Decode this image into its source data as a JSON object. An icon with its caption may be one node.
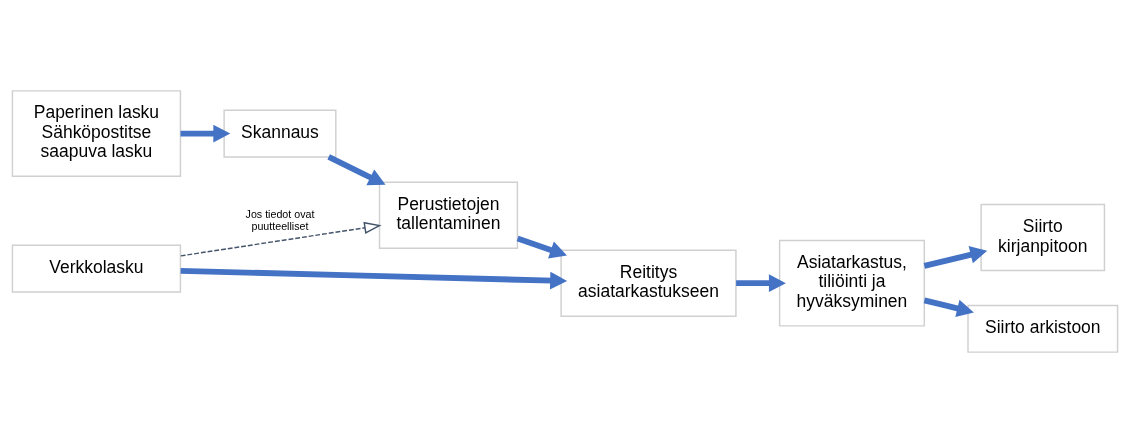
{
  "diagram": {
    "nodes": [
      {
        "text": [
          "Paperinen lasku",
          "Sähköpostitse saapuva lasku"
        ]
      },
      {
        "text": [
          "Skannaus"
        ]
      },
      {
        "text": [
          "Perustietojen tallentaminen"
        ]
      },
      {
        "text": [
          "Verkkolasku"
        ]
      },
      {
        "text": [
          "Reititys asiatarkastukseen"
        ]
      },
      {
        "text": [
          "Asiatarkastus, tiliöinti ja hyväksyminen"
        ]
      },
      {
        "text": [
          "Siirto kirjanpitoon"
        ]
      },
      {
        "text": [
          "Siirto arkistoon"
        ]
      }
    ],
    "edges": [
      {
        "from": 0,
        "to": 1,
        "arrow": "to"
      },
      {
        "from": 1,
        "to": 2,
        "arrow": "to"
      },
      {
        "from": 3,
        "to": 2,
        "arrow": "to",
        "style": "dashed",
        "label": "Jos tiedot ovat puutteelliset"
      },
      {
        "from": 2,
        "to": 4,
        "arrow": "to"
      },
      {
        "from": 3,
        "to": 4,
        "arrow": "to"
      },
      {
        "from": 4,
        "to": 5,
        "arrow": "to"
      },
      {
        "from": 5,
        "to": 6,
        "arrow": "to"
      },
      {
        "from": 5,
        "to": 7,
        "arrow": "to"
      }
    ]
  }
}
